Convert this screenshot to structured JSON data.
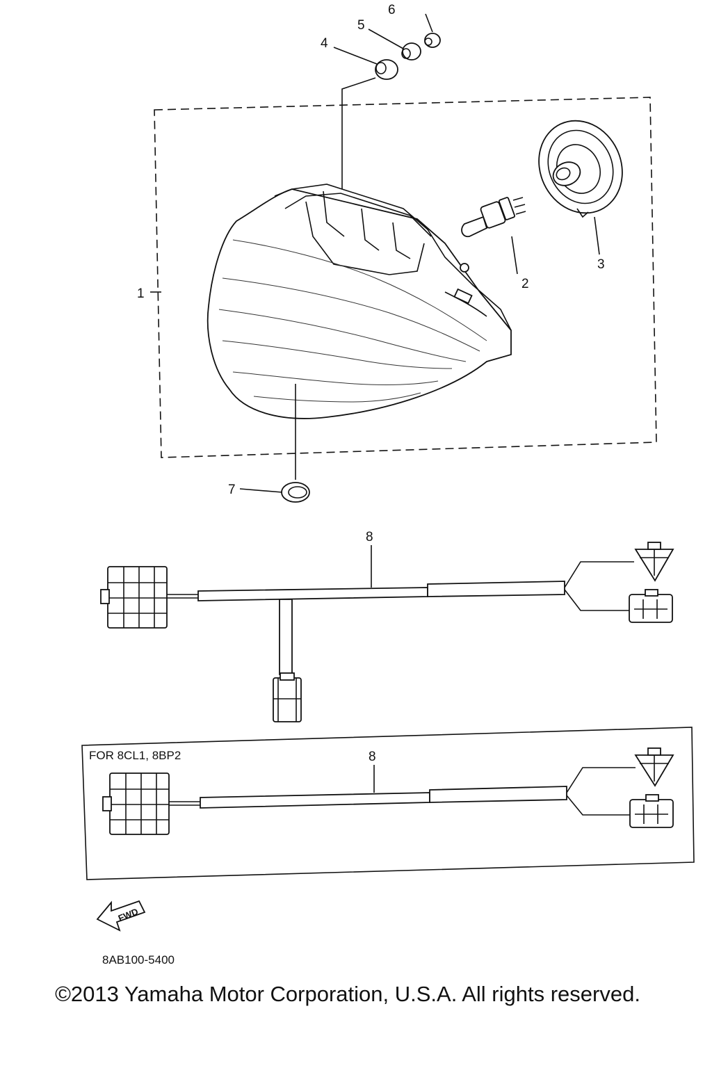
{
  "diagram": {
    "parts": [
      {
        "number": "1",
        "name": "headlight-assembly"
      },
      {
        "number": "2",
        "name": "bulb"
      },
      {
        "number": "3",
        "name": "bulb-cover"
      },
      {
        "number": "4",
        "name": "grommet"
      },
      {
        "number": "5",
        "name": "collar"
      },
      {
        "number": "6",
        "name": "nut"
      },
      {
        "number": "7",
        "name": "grommet-lower"
      },
      {
        "number": "8",
        "name": "wire-harness"
      }
    ],
    "variant_box_label": "FOR 8CL1, 8BP2",
    "variant_harness_number": "8",
    "fwd_label": "FWD",
    "diagram_code": "8AB100-5400"
  },
  "footer": {
    "copyright": "©2013 Yamaha Motor Corporation, U.S.A. All rights reserved."
  }
}
